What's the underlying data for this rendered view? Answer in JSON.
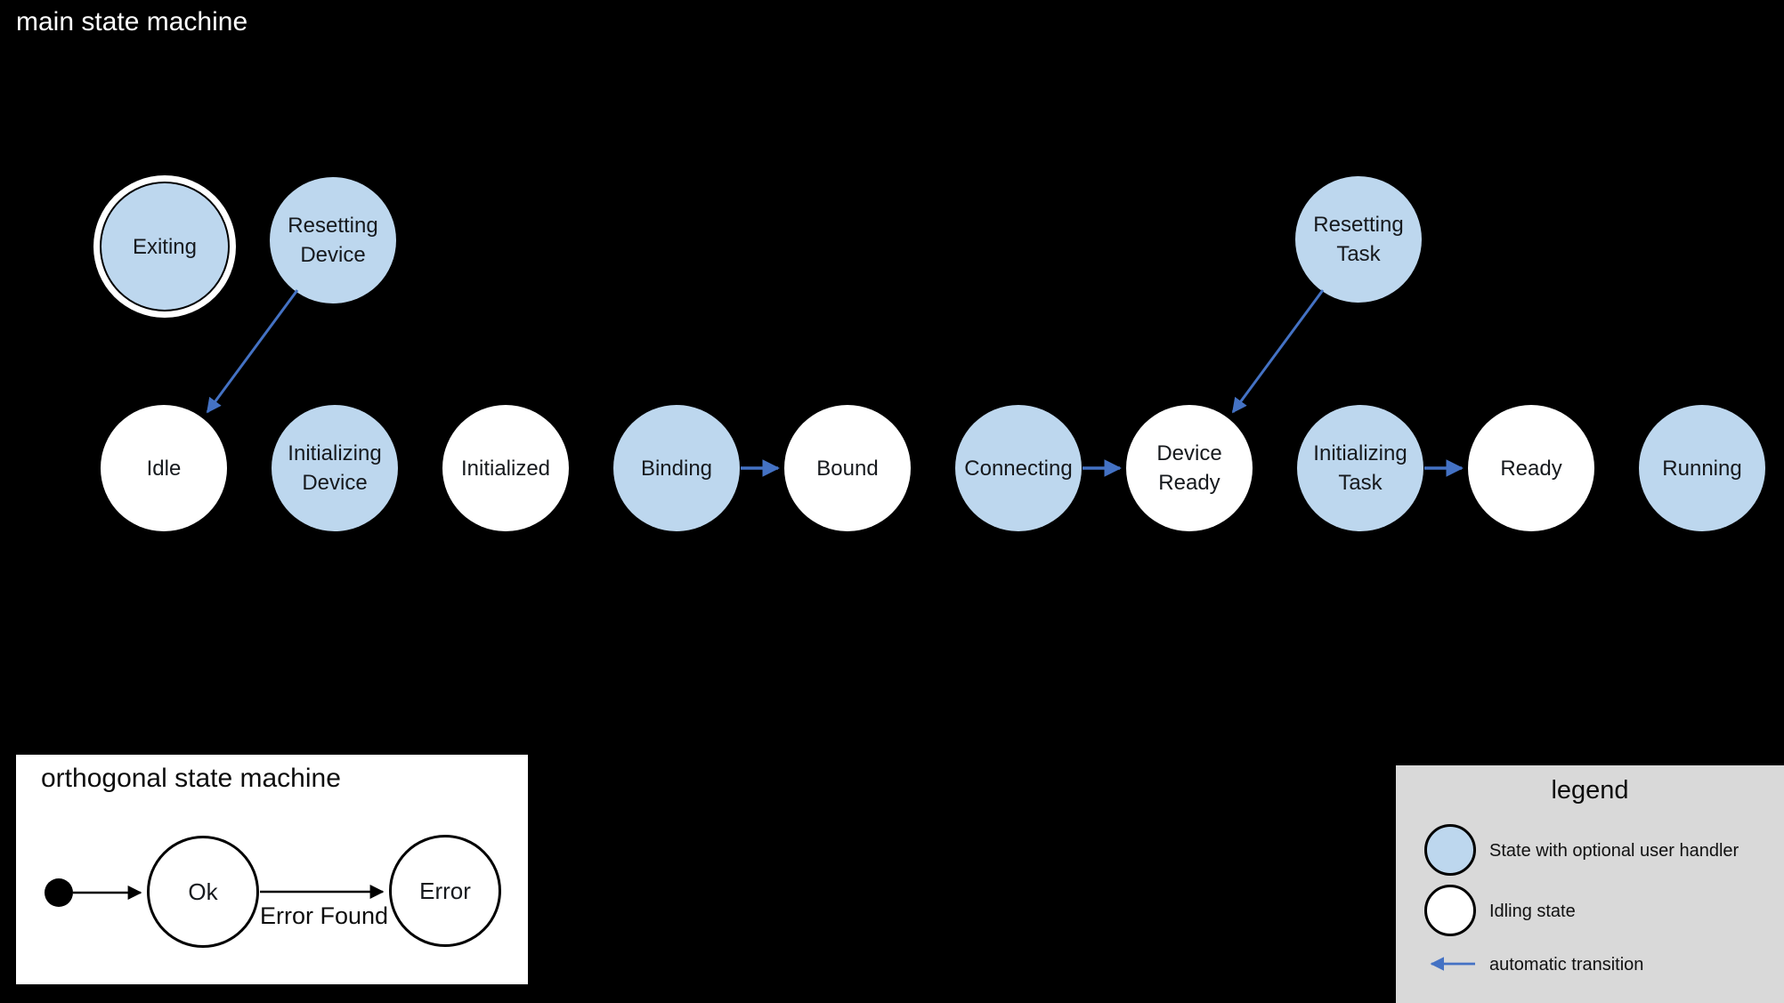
{
  "colors": {
    "background": "#000000",
    "handler_state_fill": "#bdd7ee",
    "idling_state_fill": "#ffffff",
    "automatic_transition_blue": "#4472c4",
    "legend_background": "#d9d9d9",
    "diagram_text": "#16191d",
    "title_text_on_black": "#ffffff"
  },
  "main_machine": {
    "title": "main state machine",
    "states": [
      {
        "label": "Exiting",
        "style": "handler",
        "shape": "final-double-circle"
      },
      {
        "label": "Resetting\nDevice",
        "style": "handler"
      },
      {
        "label": "Resetting\nTask",
        "style": "handler"
      },
      {
        "label": "Idle",
        "style": "idling"
      },
      {
        "label": "Initializing\nDevice",
        "style": "handler"
      },
      {
        "label": "Initialized",
        "style": "idling"
      },
      {
        "label": "Binding",
        "style": "handler"
      },
      {
        "label": "Bound",
        "style": "idling"
      },
      {
        "label": "Connecting",
        "style": "handler"
      },
      {
        "label": "Device\nReady",
        "style": "idling"
      },
      {
        "label": "Initializing\nTask",
        "style": "handler"
      },
      {
        "label": "Ready",
        "style": "idling"
      },
      {
        "label": "Running",
        "style": "handler"
      }
    ],
    "transitions": [
      {
        "from": "Resetting Device",
        "to": "Idle",
        "type": "automatic"
      },
      {
        "from": "Resetting Task",
        "to": "Device Ready",
        "type": "automatic"
      },
      {
        "from": "Binding",
        "to": "Bound",
        "type": "automatic"
      },
      {
        "from": "Connecting",
        "to": "Device Ready",
        "type": "automatic"
      },
      {
        "from": "Initializing Task",
        "to": "Ready",
        "type": "automatic"
      }
    ]
  },
  "orthogonal_machine": {
    "title": "orthogonal state machine",
    "states": [
      {
        "label": "Ok",
        "style": "plain"
      },
      {
        "label": "Error",
        "style": "plain"
      }
    ],
    "transitions": [
      {
        "from": "initial",
        "to": "Ok",
        "label": ""
      },
      {
        "from": "Ok",
        "to": "Error",
        "label": "Error Found"
      }
    ],
    "transition_label": "Error Found"
  },
  "legend": {
    "title": "legend",
    "items": [
      {
        "symbol": "handler-state-circle",
        "label": "State with optional user handler"
      },
      {
        "symbol": "idling-state-circle",
        "label": "Idling state"
      },
      {
        "symbol": "automatic-transition-arrow",
        "label": "automatic transition"
      }
    ]
  }
}
